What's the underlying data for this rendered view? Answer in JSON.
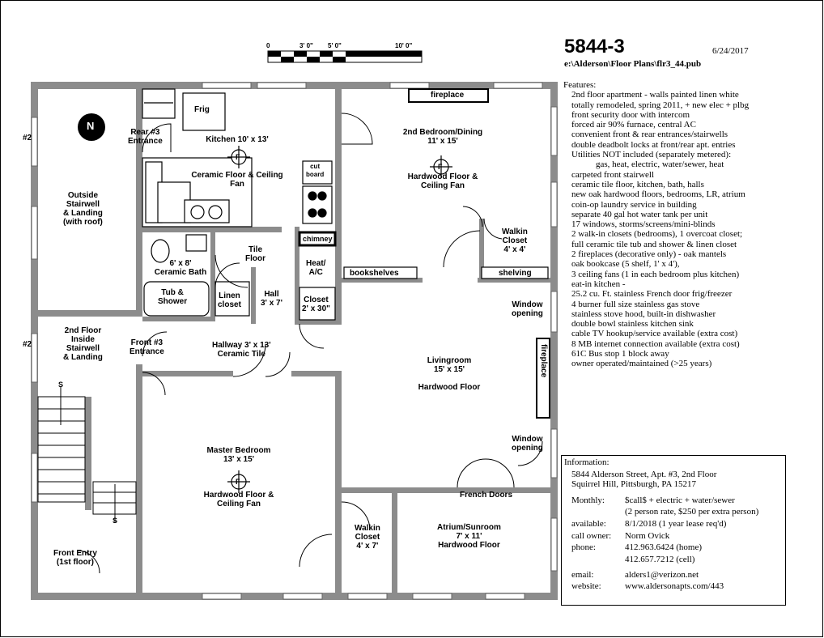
{
  "header": {
    "title": "5844-3",
    "date": "6/24/2017",
    "file_path": "e:\\Alderson\\Floor Plans\\flr3_44.pub"
  },
  "scale_bar": {
    "ticks": [
      "0",
      "3' 0\"",
      "5' 0\"",
      "10' 0\""
    ]
  },
  "rooms": {
    "frig": "Frig",
    "rear_entrance": [
      "Rear  #3",
      "Entrance"
    ],
    "kitchen": [
      "Kitchen 10' x 13'",
      "",
      "",
      "Ceramic Floor & Ceiling",
      "Fan"
    ],
    "cut_board": [
      "cut",
      "board"
    ],
    "second_bedroom": [
      "2nd Bedroom/Dining",
      "11' x 15'",
      "",
      "",
      "Hardwood Floor &",
      "Ceiling Fan"
    ],
    "fireplace_top": "fireplace",
    "fireplace_side": "fireplace",
    "unit_left_top": "#2",
    "unit_left_bottom": "#2",
    "outside_stairwell": [
      "Outside",
      "Stairwell",
      "& Landing",
      "(with roof)"
    ],
    "chimney": "chimney",
    "heat_ac": [
      "Heat/",
      "A/C"
    ],
    "tile_floor": [
      "Tile",
      "Floor"
    ],
    "bath": [
      "6' x 8'",
      "Ceramic Bath"
    ],
    "tub": [
      "Tub &",
      "Shower"
    ],
    "linen": [
      "Linen",
      "closet"
    ],
    "hall": [
      "Hall",
      "3' x 7'"
    ],
    "closet": [
      "Closet",
      "2' x 30\""
    ],
    "bookshelves": "bookshelves",
    "shelving": "shelving",
    "walkin_top": [
      "Walkin",
      "Closet",
      "4' x 4'"
    ],
    "window_top": [
      "Window",
      "opening"
    ],
    "window_bottom": [
      "Window",
      "opening"
    ],
    "inside_stairwell": [
      "2nd Floor",
      "Inside",
      "Stairwell",
      "& Landing"
    ],
    "front_entrance": [
      "Front  #3",
      "Entrance"
    ],
    "hallway": [
      "Hallway 3' x 13'",
      "Ceramic Tile"
    ],
    "livingroom": [
      "Livingroom",
      "15' x 15'",
      "",
      "Hardwood Floor"
    ],
    "master": [
      "Master Bedroom",
      "13' x 15'",
      "",
      "",
      "Hardwood Floor &",
      "Ceiling Fan"
    ],
    "french_doors": "French Doors",
    "walkin_bottom": [
      "Walkin",
      "Closet",
      "4' x 7'"
    ],
    "atrium": [
      "Atrium/Sunroom",
      "7' x 11'",
      "Hardwood Floor"
    ],
    "front_entry": [
      "Front Entry",
      "(1st floor)"
    ],
    "fan_symbol": "F",
    "stair_up": "S",
    "north": "N"
  },
  "features": {
    "heading": "Features:",
    "items": [
      "2nd floor apartment - walls painted linen white",
      "totally remodeled, spring 2011, + new elec + plbg",
      "front security door with intercom",
      "forced air 90% furnace, central AC",
      "convenient front & rear entrances/stairwells",
      "double deadbolt locks at front/rear apt. entries",
      "Utilities NOT included (separately metered):",
      "gas, heat, electric, water/sewer, heat",
      "carpeted front stairwell",
      "ceramic tile floor, kitchen, bath, halls",
      "new oak hardwood floors, bedrooms, LR, atrium",
      "coin-op laundry service in building",
      "separate 40 gal hot water tank per unit",
      "17 windows, storms/screens/mini-blinds",
      "2 walk-in closets (bedrooms), 1 overcoat closet;",
      "full ceramic tile tub and shower & linen closet",
      "2 fireplaces (decorative only) - oak mantels",
      "oak bookcase (5 shelf, 1' x 4'),",
      "3 ceiling fans (1 in each bedroom plus kitchen)",
      "eat-in kitchen -",
      "25.2 cu. Ft. stainless French door frig/freezer",
      "4 burner full size stainless gas stove",
      "stainless stove hood, built-in dishwasher",
      "double bowl stainless kitchen sink",
      "cable TV hookup/service available (extra cost)",
      "8 MB internet connection available (extra cost)",
      "61C Bus stop 1 block away",
      "owner operated/maintained (>25 years)"
    ]
  },
  "information": {
    "heading": "Information:",
    "address1": "5844 Alderson Street, Apt. #3, 2nd Floor",
    "address2": "Squirrel Hill, Pittsburgh, PA  15217",
    "rows": [
      {
        "k": "Monthly:",
        "v": "$call$ + electric + water/sewer"
      },
      {
        "k": "",
        "v": "(2 person rate, $250 per extra person)"
      },
      {
        "k": "available:",
        "v": "8/1/2018 (1 year lease req'd)"
      },
      {
        "k": "call owner:",
        "v": "Norm Ovick"
      },
      {
        "k": "phone:",
        "v": "412.963.6424  (home)"
      },
      {
        "k": "",
        "v": "412.657.7212 (cell)"
      },
      {
        "k": "email:",
        "v": "alders1@verizon.net"
      },
      {
        "k": "website:",
        "v": "www.aldersonapts.com/443"
      }
    ]
  }
}
